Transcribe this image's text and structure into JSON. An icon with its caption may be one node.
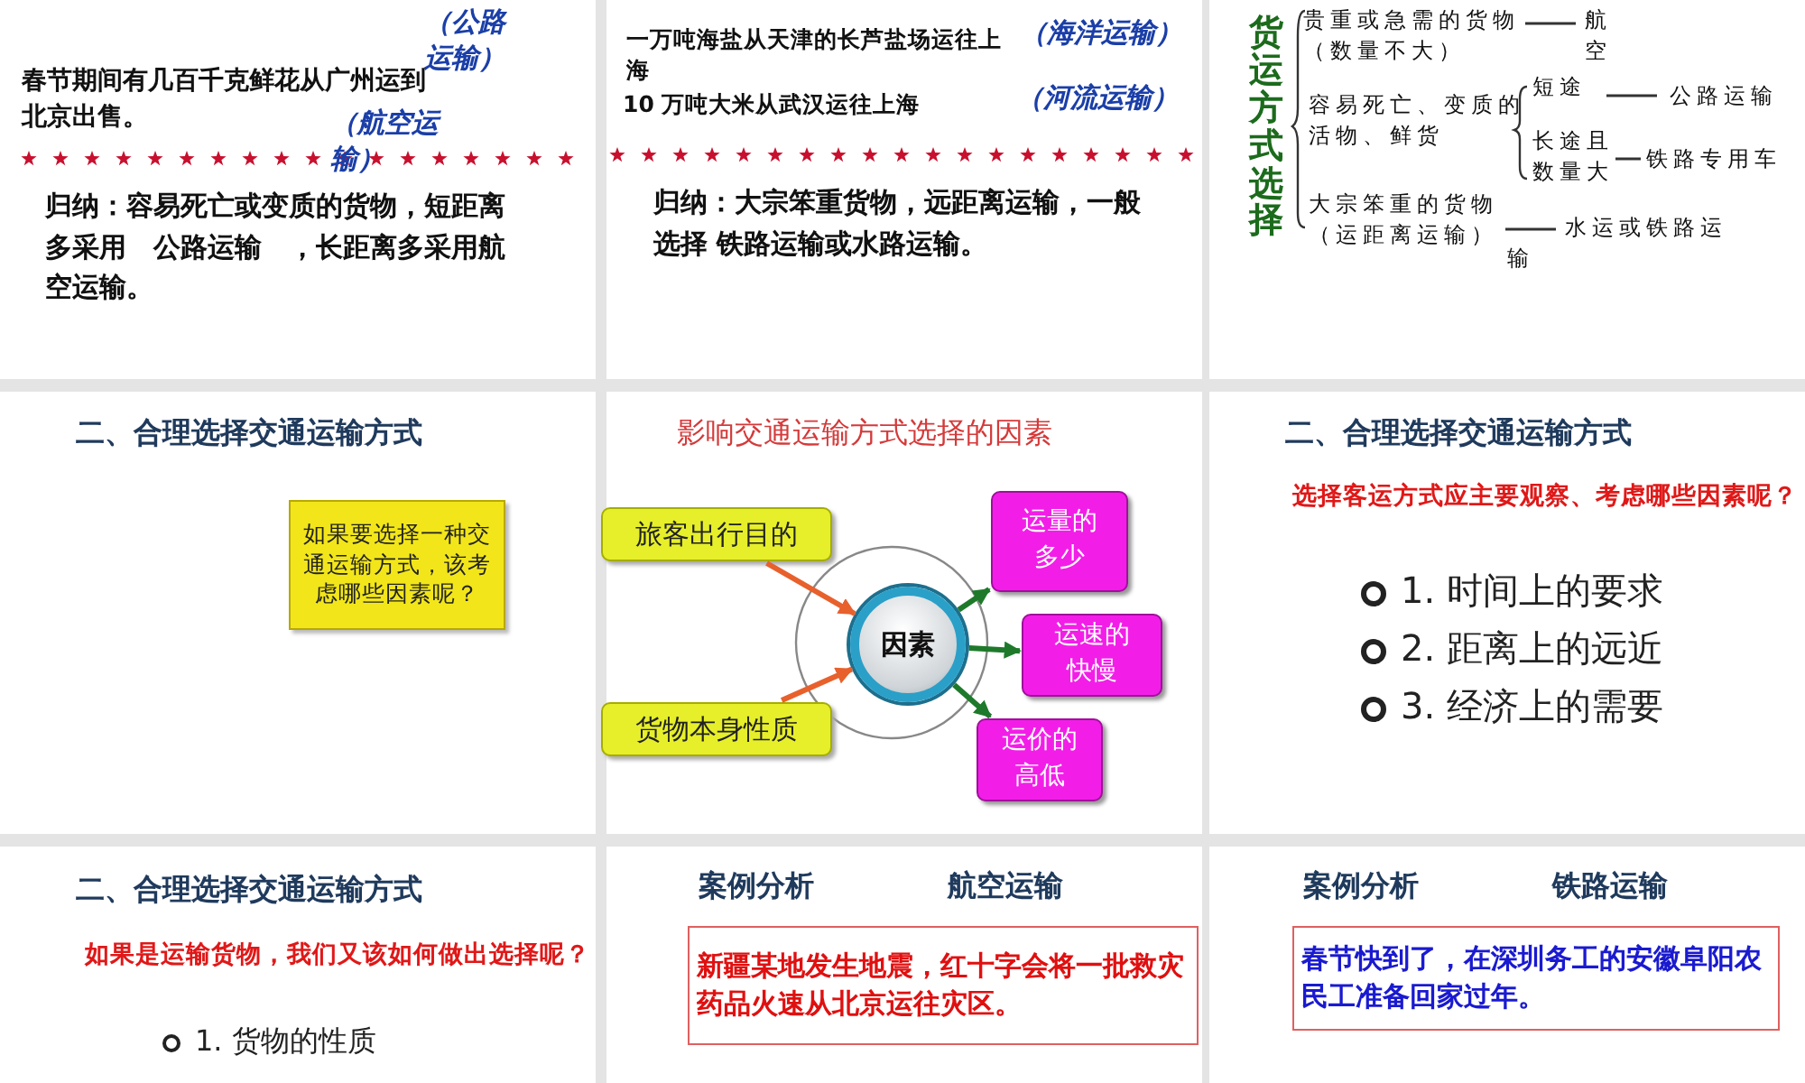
{
  "diagram": {
    "nodes": [
      {
        "text": [
          "如果要选择一种交通运输方式，该考虑哪些因素呢？"
        ]
      },
      {
        "text": [
          "旅客出行目的"
        ]
      },
      {
        "text": [
          "货物本身性质"
        ]
      },
      {
        "text": [
          "因素"
        ]
      },
      {
        "text": [
          "运量的多少"
        ]
      },
      {
        "text": [
          "运速的快慢"
        ]
      },
      {
        "text": [
          "运价的高低"
        ]
      },
      {
        "text": [
          "新疆某地发生地震，红十字会将一批救灾药品火速从北京运往灾区。"
        ]
      },
      {
        "text": [
          "春节快到了，在深圳务工的安徽阜阳农民工准备回家过年。"
        ]
      }
    ],
    "edges": [
      {
        "from": 1,
        "to": 3,
        "arrow": "to",
        "color": "#e8602c"
      },
      {
        "from": 2,
        "to": 3,
        "arrow": "to",
        "color": "#e8602c"
      },
      {
        "from": 3,
        "to": 4,
        "arrow": "to"
      },
      {
        "from": 3,
        "to": 5,
        "arrow": "to"
      },
      {
        "from": 3,
        "to": 6,
        "arrow": "to"
      }
    ],
    "labels": [
      "（公路运输）",
      "春节期间有几百千克鲜花从广州运到北京出售。",
      "（航空运输）",
      "归纳：容易死亡或变质的货物，短距离多采用　公路运输　，长距离多采用航空运输。",
      "一万吨海盐从天津的长芦盐场运往上海",
      "（海洋运输）",
      "10 万吨大米从武汉运往上海",
      "（河流运输）",
      "归纳：大宗笨重货物，远距离运输，一般选择 铁路运输或水路运输。",
      "货运方式选择",
      "贵重或急需的货物（数量不大）",
      "航空",
      "容易死亡、变质的活物、鲜货",
      "短途",
      "公路运输",
      "长途且数量大",
      "铁路专用车",
      "大宗笨重的货物（运距离运输）",
      "水运或铁路运输",
      "二、合理选择交通运输方式",
      "影响交通运输方式选择的因素",
      "二、合理选择交通运输方式",
      "选择客运方式应主要观察、考虑哪些因素呢？",
      "1. 时间上的要求",
      "2. 距离上的远近",
      "3. 经济上的需要",
      "二、合理选择交通运输方式",
      "如果是运输货物，我们又该如何做出选择呢？",
      "1. 货物的性质",
      "案例分析",
      "航空运输",
      "案例分析",
      "铁路运输"
    ]
  }
}
